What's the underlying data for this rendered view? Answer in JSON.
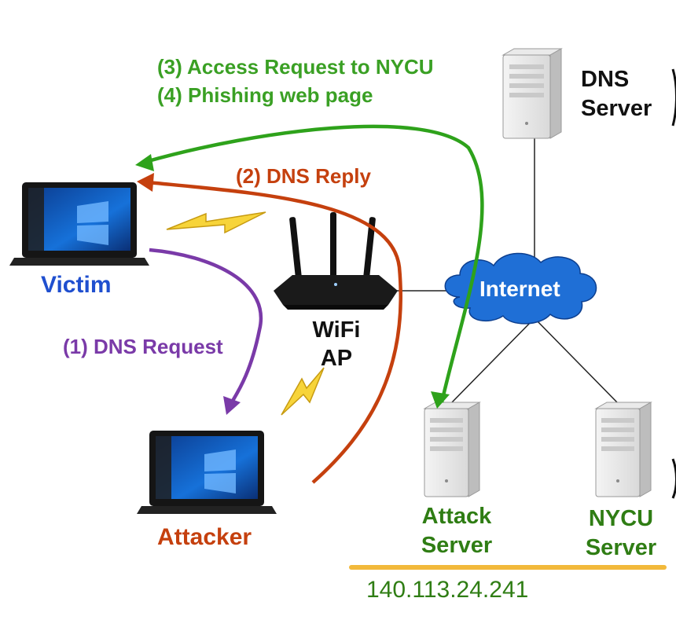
{
  "arrows": {
    "access_request": "(3) Access Request to NYCU",
    "phishing_page": "(4) Phishing web page",
    "dns_reply": "(2) DNS Reply",
    "dns_request": "(1) DNS Request"
  },
  "nodes": {
    "victim": "Victim",
    "attacker": "Attacker",
    "wifi_ap_line1": "WiFi",
    "wifi_ap_line2": "AP",
    "internet": "Internet",
    "dns_server_line1": "DNS",
    "dns_server_line2": "Server",
    "attack_server_line1": "Attack",
    "attack_server_line2": "Server",
    "nycu_server_line1": "NYCU",
    "nycu_server_line2": "Server"
  },
  "ip_address": "140.113.24.241",
  "colors": {
    "green_arrow": "#2ea21b",
    "red_arrow": "#c5400e",
    "purple_arrow": "#7a3aa8",
    "cloud": "#1f6fd6",
    "ip_bar": "#f2b93b",
    "lightning": "#f7d43a"
  }
}
